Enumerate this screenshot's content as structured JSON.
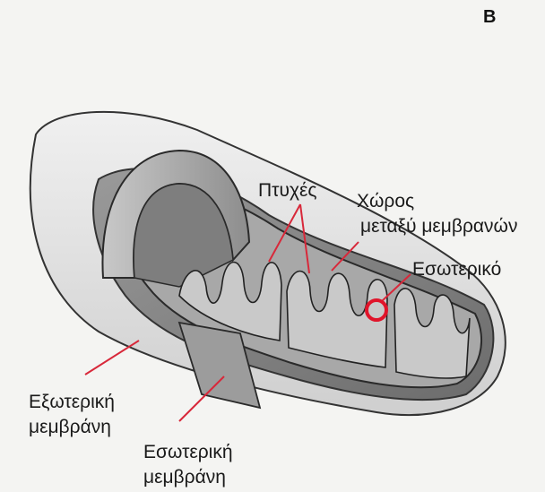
{
  "figure": {
    "panel_letter": "B",
    "labels": {
      "folds": "Πτυχές",
      "intermembrane_line1": "Χώρος",
      "intermembrane_line2": "μεταξύ μεμβρανών",
      "interior": "Εσωτερικό",
      "outer_line1": "Εξωτερική",
      "outer_line2": "μεμβράνη",
      "inner_line1": "Εσωτερική",
      "inner_line2": "μεμβράνη"
    },
    "colors": {
      "leader_line": "#d8283a",
      "highlight_circle": "#e0142a",
      "outer_membrane": "#e2e2e2",
      "inner_surface": "#8a8a8a",
      "background": "#f4f4f2"
    }
  }
}
